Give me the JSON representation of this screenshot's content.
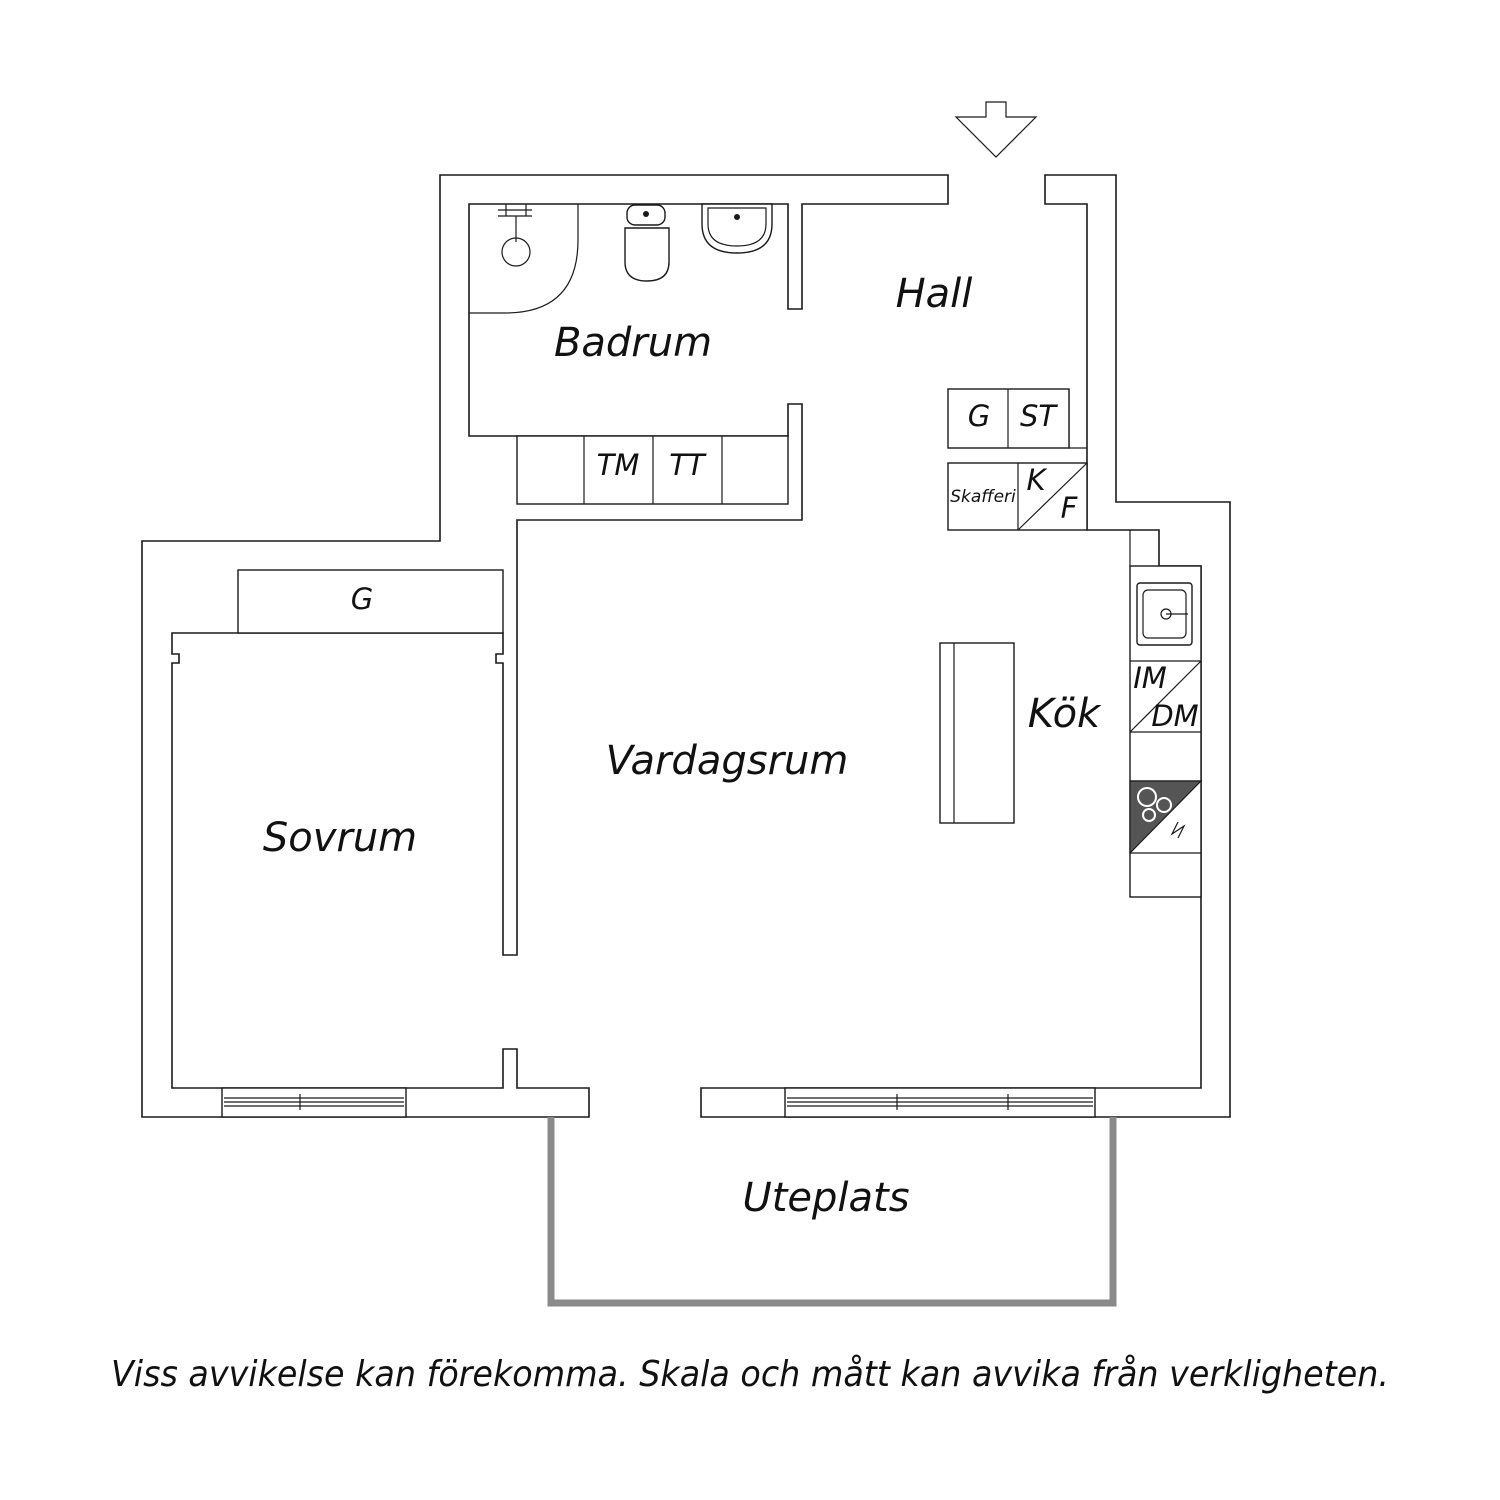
{
  "rooms": {
    "hall": "Hall",
    "badrum": "Badrum",
    "sovrum": "Sovrum",
    "vardagsrum": "Vardagsrum",
    "kok": "Kök",
    "uteplats": "Uteplats"
  },
  "units": {
    "hall_g": "G",
    "hall_st": "ST",
    "skafferi": "Skafferi",
    "kyl": "K",
    "frys": "F",
    "tm": "TM",
    "tt": "TT",
    "sovrum_g": "G",
    "im": "IM",
    "dm": "DM"
  },
  "icons": [
    "entrance-arrow-icon",
    "shower-icon",
    "toilet-icon",
    "washbasin-icon",
    "kitchen-sink-icon",
    "stove-icon"
  ],
  "colors": {
    "walls": "#1a1a1a",
    "terrace": "#8a8a8a",
    "stove": "#555555"
  },
  "disclaimer": "Viss avvikelse kan förekomma. Skala och mått kan avvika från verkligheten."
}
